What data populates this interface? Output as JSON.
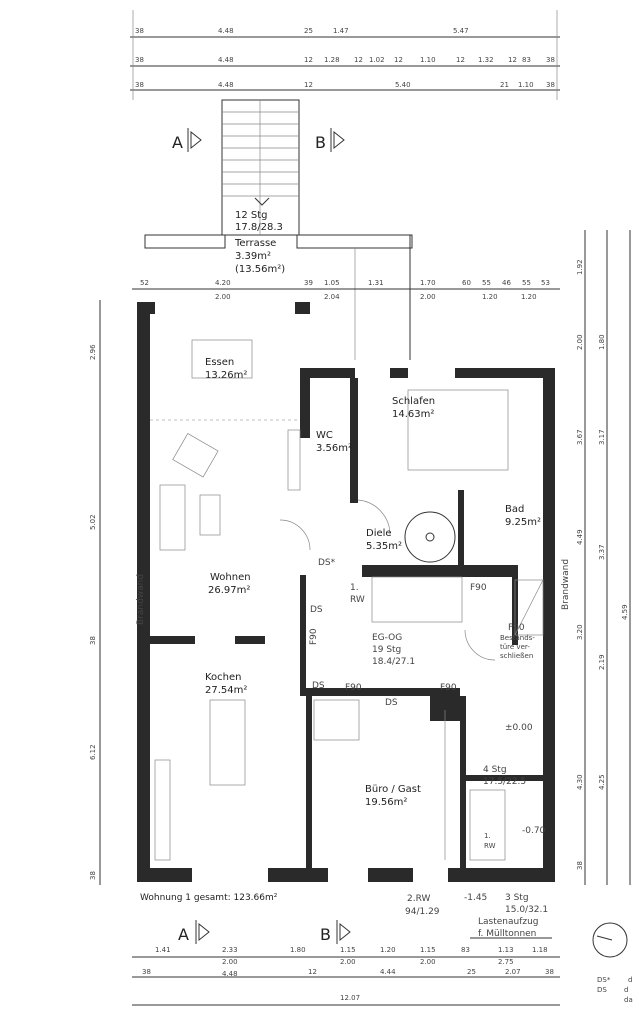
{
  "rooms": {
    "essen": {
      "name": "Essen",
      "area": "13.26m²"
    },
    "wohnen": {
      "name": "Wohnen",
      "area": "26.97m²"
    },
    "kochen": {
      "name": "Kochen",
      "area": "27.54m²"
    },
    "wc": {
      "name": "WC",
      "area": "3.56m²"
    },
    "schlafen": {
      "name": "Schlafen",
      "area": "14.63m²"
    },
    "diele": {
      "name": "Diele",
      "area": "5.35m²"
    },
    "bad": {
      "name": "Bad",
      "area": "9.25m²"
    },
    "buero": {
      "name": "Büro / Gast",
      "area": "19.56m²"
    },
    "terrasse": {
      "name": "Terrasse",
      "area": "3.39m²",
      "area2": "(13.56m²)"
    }
  },
  "annotations": {
    "terrace_stair": [
      "12 Stg",
      "17.8/28.3"
    ],
    "main_stair": [
      "EG-OG",
      "19 Stg",
      "18.4/27.1"
    ],
    "lower_stair": [
      "4 Stg",
      "17.5/22.5"
    ],
    "level_zero": "±0.00",
    "level_070": "-0.70",
    "level_145": "-1.45",
    "stair3": [
      "3 Stg",
      "15.0/32.1"
    ],
    "rw1": [
      "1.",
      "RW"
    ],
    "rw2": [
      "2.RW",
      "94/1.29"
    ],
    "rw_small": [
      "1.",
      "RW"
    ],
    "f90_labels": [
      "F90",
      "F90",
      "F90",
      "F90",
      "F90"
    ],
    "ds_labels": [
      "DS*",
      "DS",
      "DS",
      "DS"
    ],
    "door_note": [
      "F90",
      "Bestands-",
      "türe ver-",
      "schließen"
    ],
    "lift": [
      "Lastenaufzug",
      "f. Mülltonnen"
    ],
    "brandwand": "Brandwand",
    "total": "Wohnung 1 gesamt: 123.66m²",
    "section_a": "A",
    "section_b": "B",
    "legend": [
      "DS*",
      "DS",
      "d",
      "d",
      "da"
    ]
  },
  "dimensions": {
    "top_row1": [
      "38",
      "4.48",
      "25",
      "1.47",
      "5.47"
    ],
    "top_row2": [
      "38",
      "4.48",
      "12",
      "1.28",
      "12",
      "1.02",
      "12",
      "1.10",
      "12",
      "1.32",
      "12",
      "83",
      "38"
    ],
    "top_row3": [
      "38",
      "4.48",
      "12",
      "5.40",
      "21",
      "1.10",
      "38"
    ],
    "terrace_row": [
      "52",
      "4.20",
      "2.00",
      "39",
      "1.05",
      "2.04",
      "1.31",
      "1.70",
      "2.00",
      "60",
      "55",
      "46",
      "55",
      "53",
      "1.20",
      "1.20"
    ],
    "bottom_row1": [
      "1.41",
      "2.33",
      "2.00",
      "1.80",
      "1.15",
      "2.00",
      "1.20",
      "1.15",
      "2.00",
      "83",
      "1.13",
      "2.75",
      "1.18"
    ],
    "bottom_row2": [
      "38",
      "4.48",
      "12",
      "4.44",
      "25",
      "2.07",
      "38"
    ],
    "bottom_total": "12.07",
    "left": [
      "2.96",
      "5.02",
      "38",
      "6.12",
      "38"
    ],
    "right_inner": [
      "1.92",
      "2.00",
      "3.67",
      "4.49",
      "3.20",
      "4.30",
      "38"
    ],
    "right_outer": [
      "1.80",
      "3.17",
      "3.37",
      "2.19",
      "4.25",
      "4.59"
    ]
  }
}
